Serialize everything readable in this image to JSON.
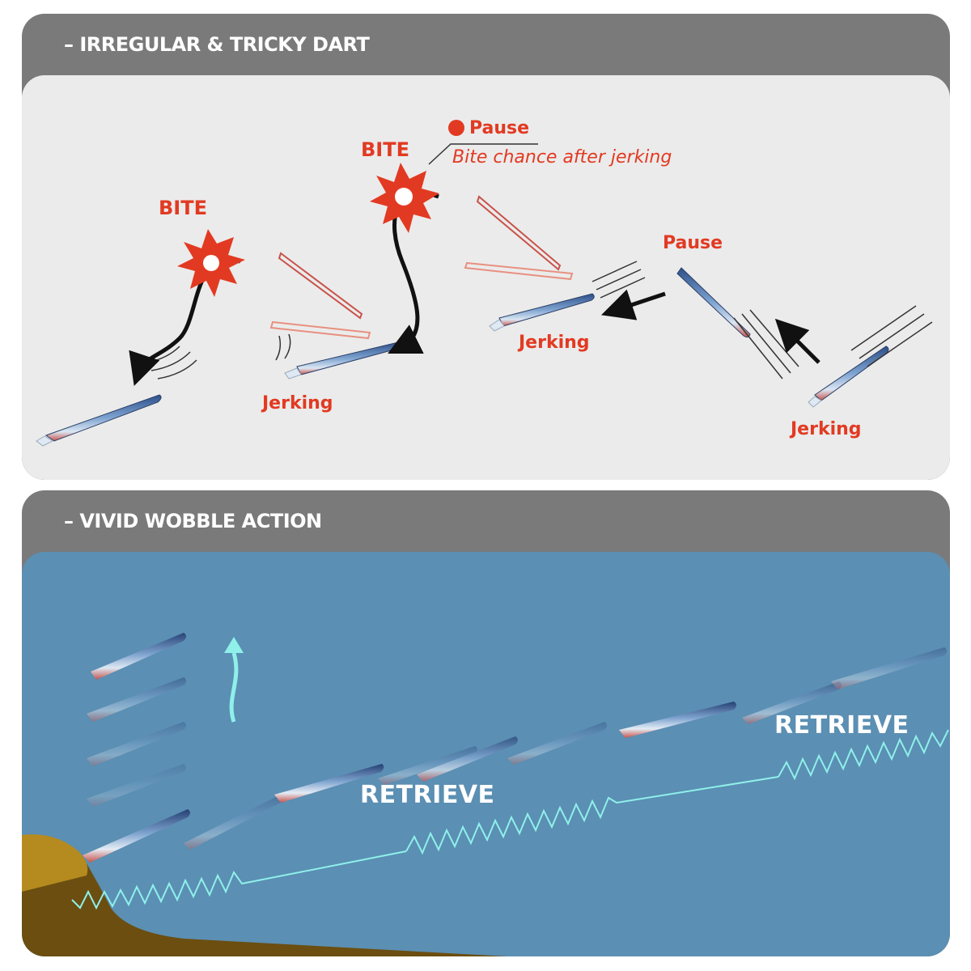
{
  "top_panel": {
    "title": "– IRREGULAR & TRICKY DART",
    "bite_label_1": "BITE",
    "bite_label_2": "BITE",
    "pause_label_main": "Pause",
    "pause_note": "Bite chance after jerking",
    "pause_label_2": "Pause",
    "jerking_label_1": "Jerking",
    "jerking_label_2": "Jerking",
    "jerking_label_3": "Jerking"
  },
  "bottom_panel": {
    "title": "– VIVID WOBBLE ACTION",
    "retrieve_label_1": "RETRIEVE",
    "retrieve_label_2": "RETRIEVE"
  },
  "colors": {
    "header_gray": "#7a7a7a",
    "light_bg": "#ebebeb",
    "water_blue": "#5b8fb3",
    "accent_red": "#e23a22",
    "ground_brown": "#6b4e10",
    "zigzag_cyan": "#8ff0ea"
  }
}
